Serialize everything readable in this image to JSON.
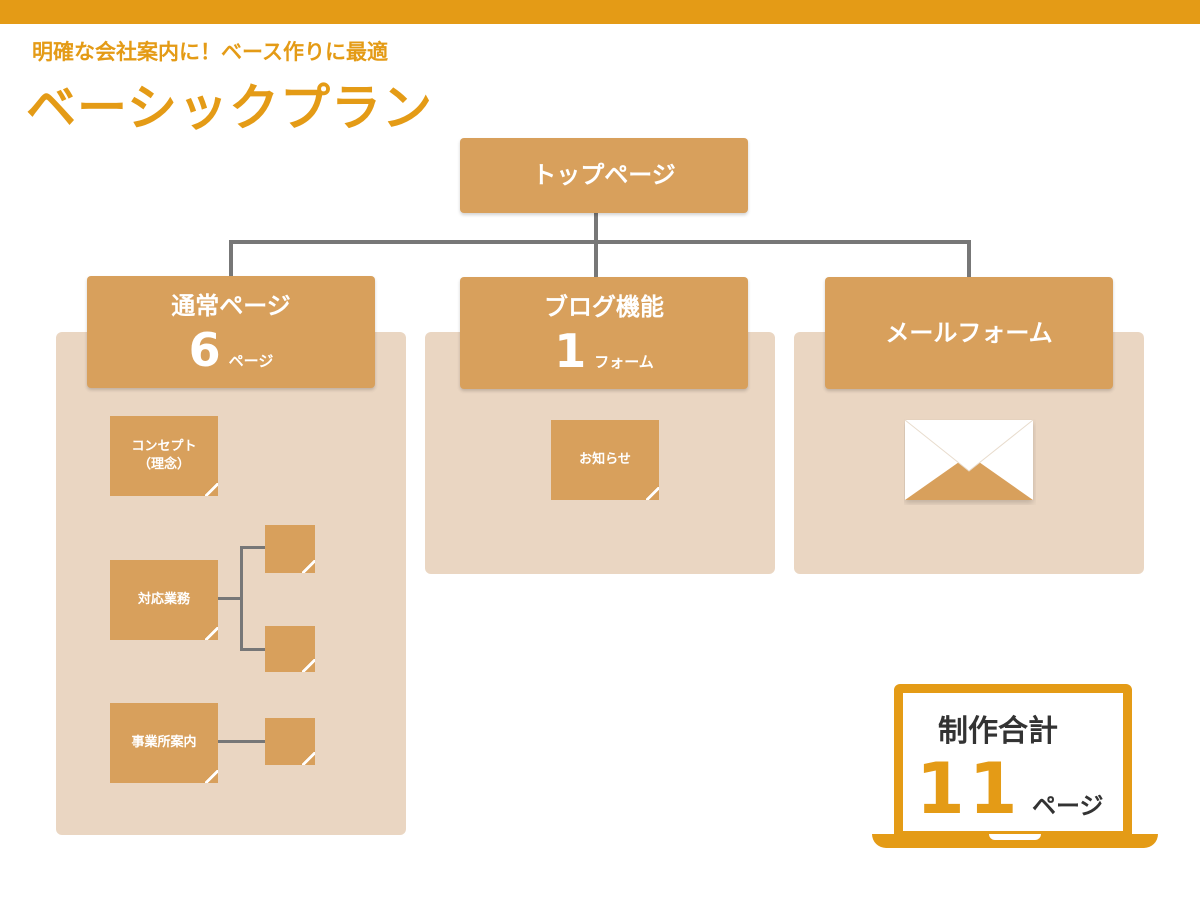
{
  "header": {
    "subtitle": "明確な会社案内に！ベース作りに最適",
    "title": "ベーシックプラン"
  },
  "top_node": {
    "label": "トップページ"
  },
  "columns": [
    {
      "label": "通常ページ",
      "count": "6",
      "unit": "ページ"
    },
    {
      "label": "ブログ機能",
      "count": "1",
      "unit": "フォーム"
    },
    {
      "label": "メールフォーム"
    }
  ],
  "normal_pages": [
    {
      "line1": "コンセプト",
      "line2": "（理念）"
    },
    {
      "line1": "対応業務"
    },
    {
      "line1": "事業所案内"
    }
  ],
  "blog_pages": [
    {
      "line1": "お知らせ"
    }
  ],
  "total": {
    "label": "制作合計",
    "count": "11",
    "unit": "ページ"
  },
  "colors": {
    "accent": "#e49b16",
    "node": "#d8a05c",
    "panel": "#ead6c2",
    "connector": "#777777"
  },
  "icons": {
    "mail": "envelope-icon",
    "laptop": "laptop-icon"
  }
}
